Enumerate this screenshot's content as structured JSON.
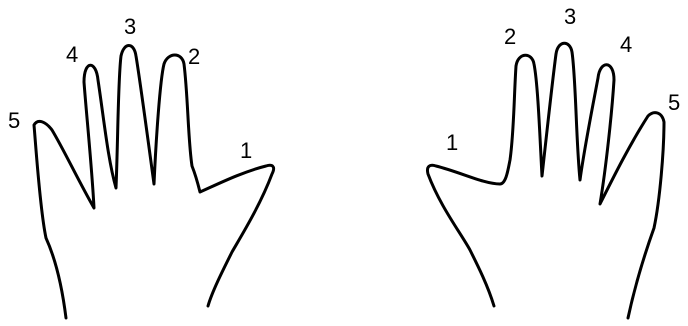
{
  "left_hand": {
    "finger_labels": [
      "1",
      "2",
      "3",
      "4",
      "5"
    ]
  },
  "right_hand": {
    "finger_labels": [
      "1",
      "2",
      "3",
      "4",
      "5"
    ]
  },
  "colors": {
    "outline": "#000000",
    "background": "#ffffff"
  }
}
